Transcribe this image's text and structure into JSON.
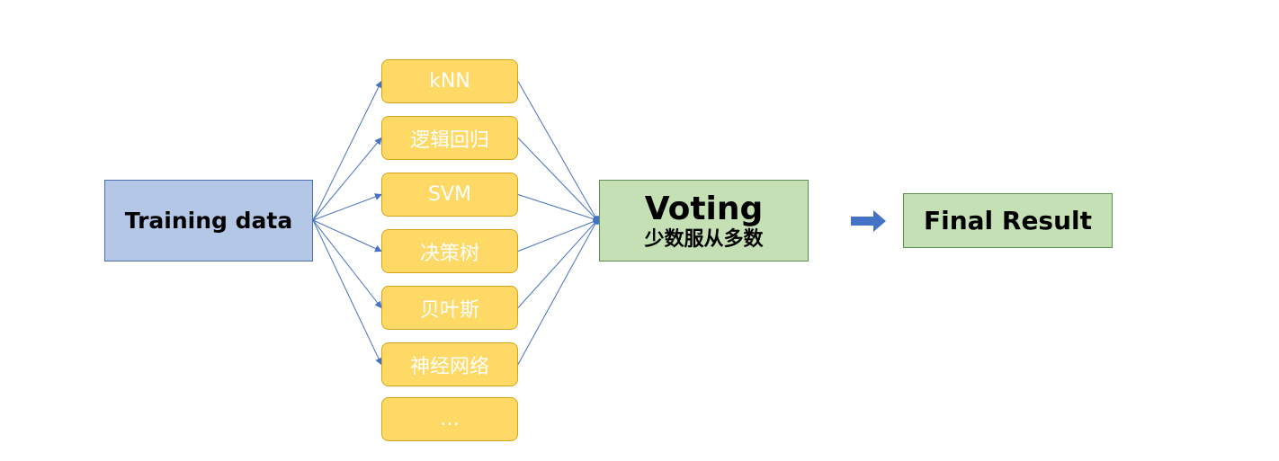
{
  "diagram": {
    "input_label": "Training data",
    "models": [
      {
        "label": "kNN"
      },
      {
        "label": "逻辑回归"
      },
      {
        "label": "SVM"
      },
      {
        "label": "决策树"
      },
      {
        "label": "贝叶斯"
      },
      {
        "label": "神经网络"
      },
      {
        "label": "…"
      }
    ],
    "voting": {
      "title": "Voting",
      "subtitle": "少数服从多数"
    },
    "result_label": "Final Result",
    "colors": {
      "input_fill": "#b4c7e7",
      "model_fill": "#ffd966",
      "voting_fill": "#c5e0b4",
      "connector": "#4472c4"
    },
    "icons": {
      "arrow": "right-arrow-icon"
    }
  }
}
